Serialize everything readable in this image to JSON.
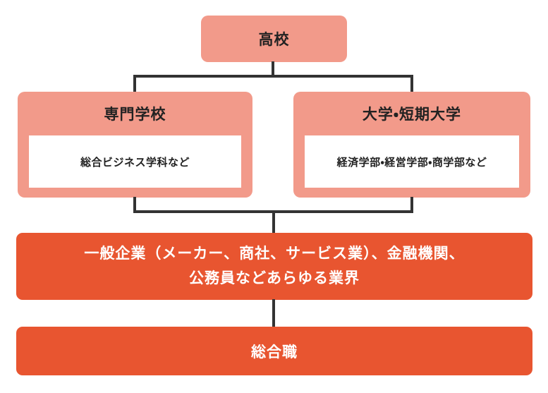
{
  "colors": {
    "salmon": "#F29A8A",
    "orange": "#E85530",
    "connector": "#333333",
    "text_dark": "#222222",
    "text_light": "#ffffff",
    "background": "#ffffff"
  },
  "flowchart": {
    "high_school": {
      "label": "高校"
    },
    "vocational_school": {
      "title": "専門学校",
      "departments": "総合ビジネス学科など"
    },
    "university": {
      "title": "大学・短期大学",
      "departments": "経済学部・経営学部・商学部など"
    },
    "industries": {
      "line1": "一般企業（メーカー、商社、サービス業）、金融機関、",
      "line2": "公務員などあらゆる業界"
    },
    "career": {
      "label": "総合職"
    }
  }
}
